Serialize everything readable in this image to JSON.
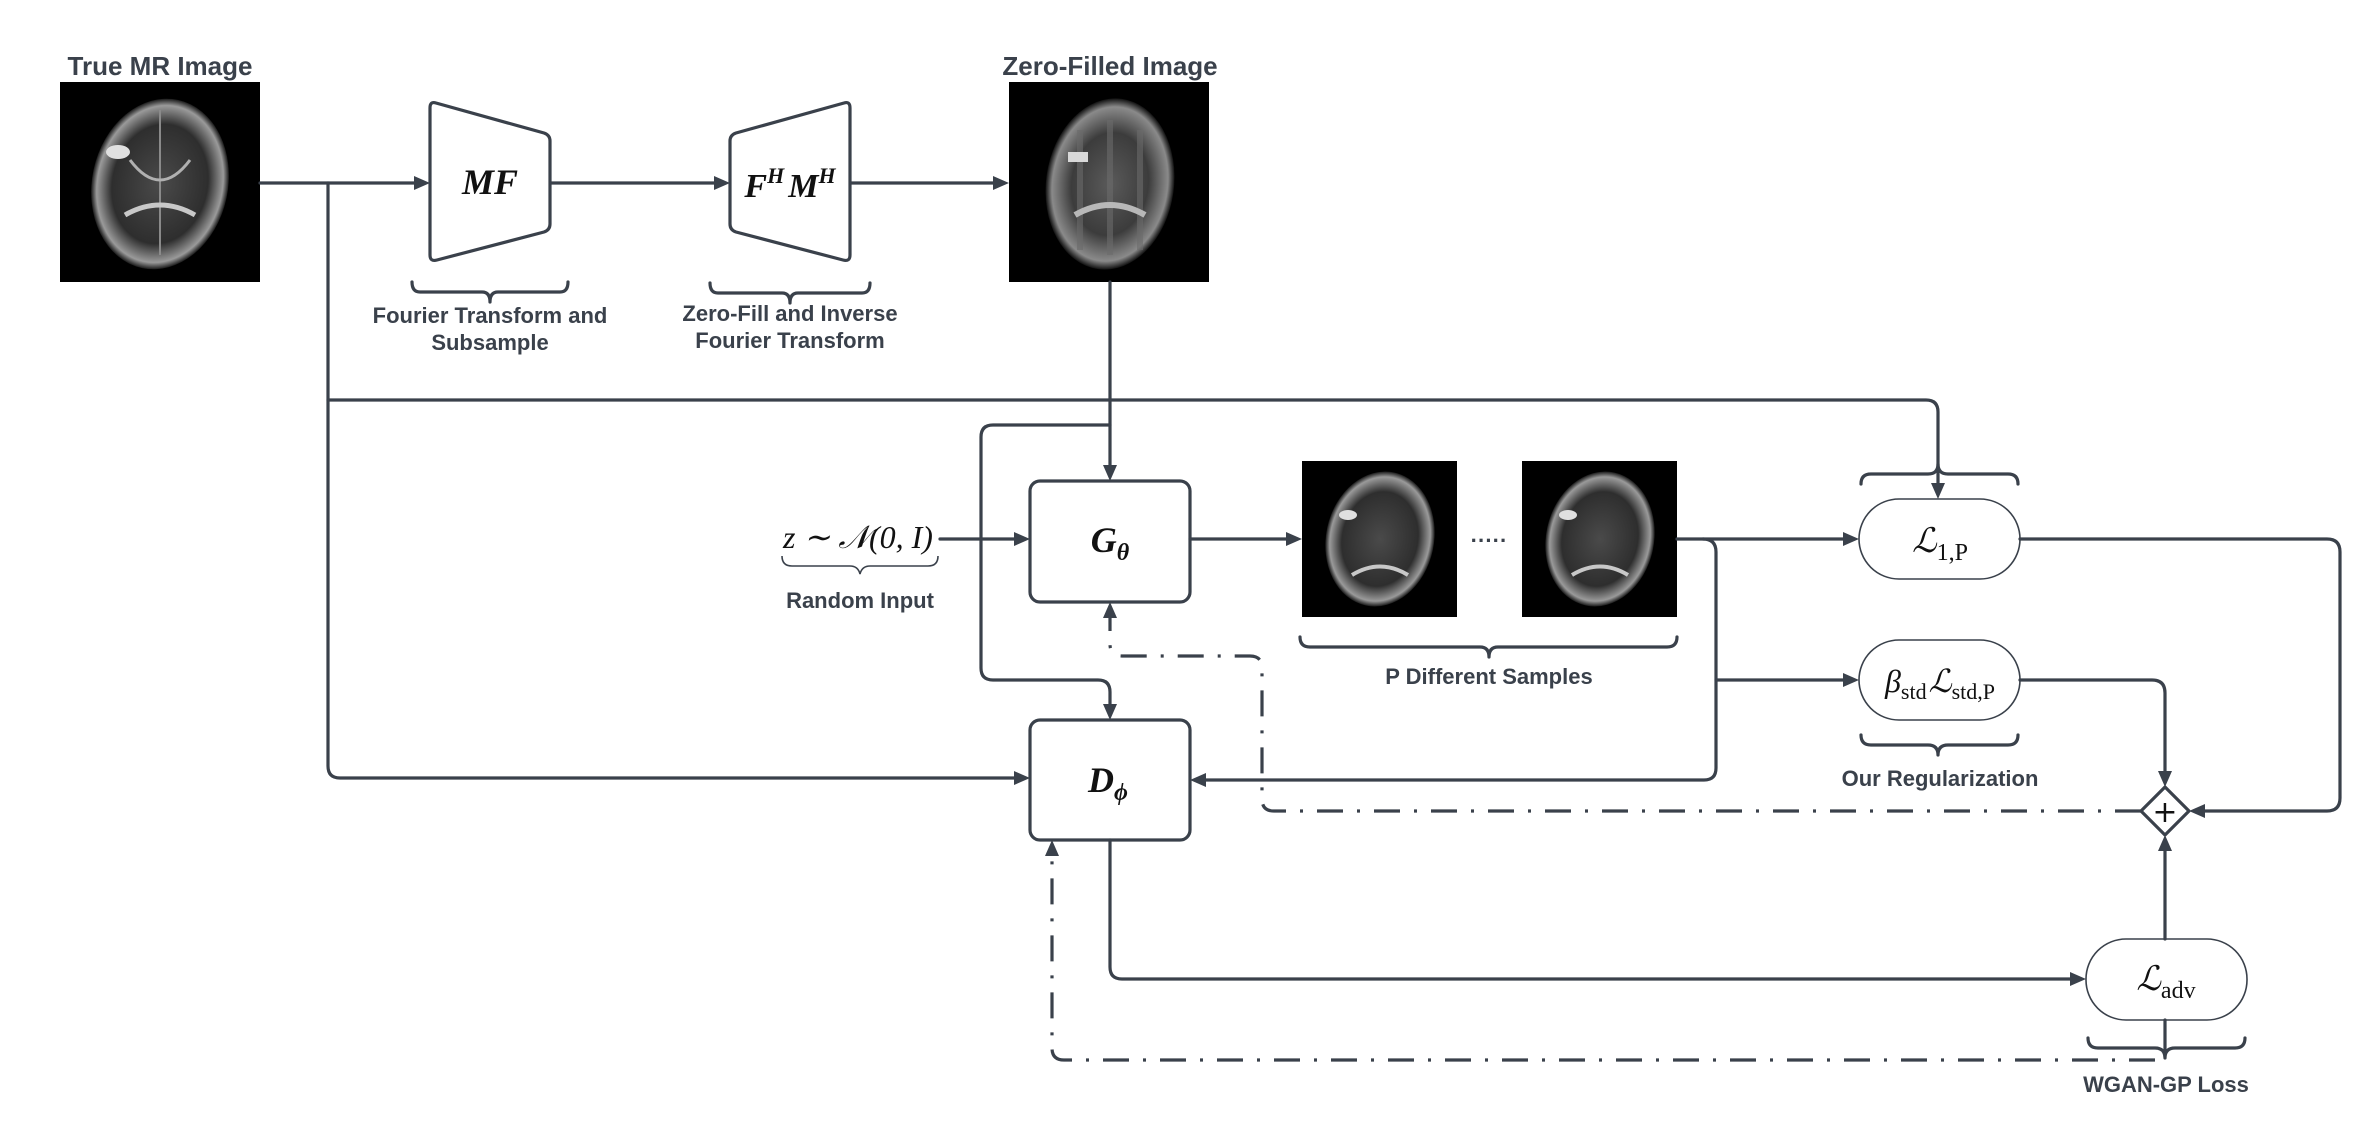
{
  "titles": {
    "true_image": "True MR Image",
    "zero_filled": "Zero-Filled Image"
  },
  "operators": {
    "forward": {
      "main": "MF"
    },
    "adjoint": {
      "F": "F",
      "F_sup": "H",
      "M": "M",
      "M_sup": "H"
    }
  },
  "labels": {
    "forward_line1": "Fourier Transform and",
    "forward_line2": "Subsample",
    "adjoint_line1": "Zero-Fill and Inverse",
    "adjoint_line2": "Fourier Transform",
    "random_input": "Random Input",
    "samples": "P Different Samples",
    "regularization": "Our Regularization",
    "wgan": "WGAN-GP Loss"
  },
  "nodes": {
    "generator": {
      "sym": "G",
      "sub": "θ"
    },
    "discriminator": {
      "sym": "D",
      "sub": "ϕ"
    },
    "noise": "z ∼ 𝒩(0, I)",
    "dots": "·····",
    "sum": "+"
  },
  "losses": {
    "l1": {
      "sym": "ℒ",
      "sub": "1,P"
    },
    "std": {
      "beta": "β",
      "beta_sub": "std",
      "sym": "ℒ",
      "sub": "std,P"
    },
    "adv": {
      "sym": "ℒ",
      "sub": "adv"
    }
  },
  "colors": {
    "stroke": "#3a414b",
    "background": "#ffffff",
    "image_bg": "#000000"
  }
}
